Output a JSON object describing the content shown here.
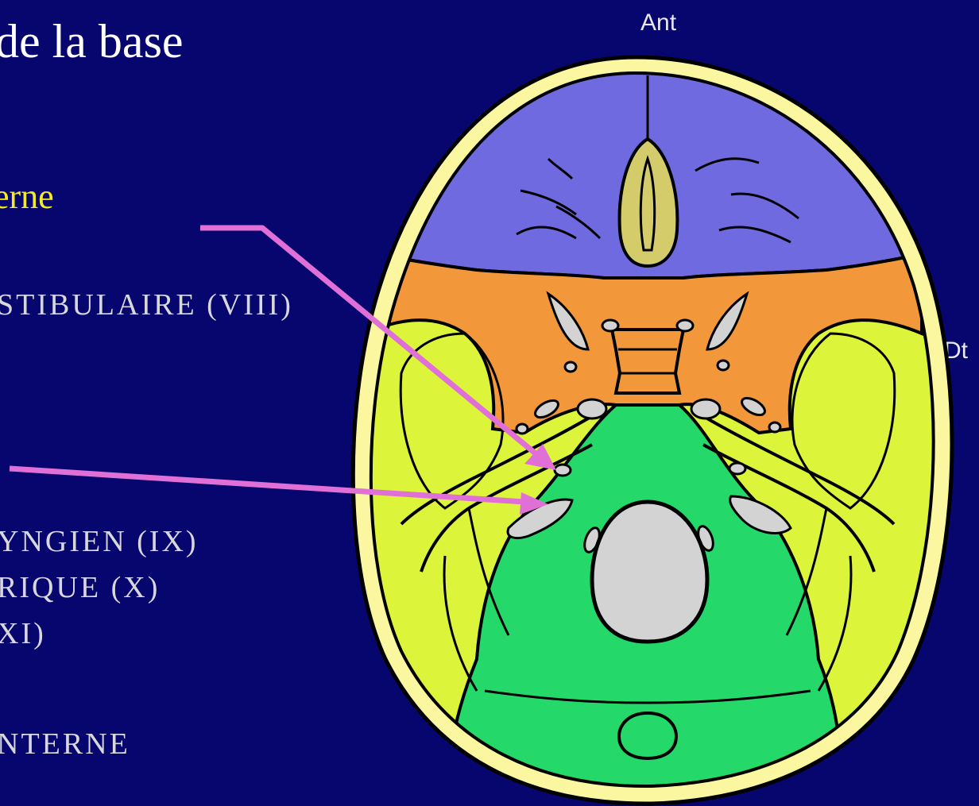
{
  "slide": {
    "title": "de la base",
    "subtitle": "erne",
    "labels": [
      "STIBULAIRE (VIII)",
      "YNGIEN (IX)",
      "RIQUE (X)",
      "XI)",
      "NTERNE"
    ]
  },
  "orientation": {
    "anterior": "Ant",
    "right": "Dt"
  },
  "colors": {
    "background": "#07066e",
    "skull_outline": "#fbf6a0",
    "anterior_fossa": "#6f6ae0",
    "middle_fossa": "#f3983a",
    "posterior_fossa": "#24d86a",
    "temporal_regions": "#dcf53a",
    "foramina": "#d3d3d3",
    "crista_galli": "#d4cc6a",
    "arrows": "#e070d8",
    "title_text": "#ffffff",
    "subtitle_text": "#f2ea2a",
    "label_text": "#d8d8dc"
  },
  "icons": [
    "arrow-to-internal-acoustic-meatus",
    "arrow-to-jugular-foramen"
  ]
}
